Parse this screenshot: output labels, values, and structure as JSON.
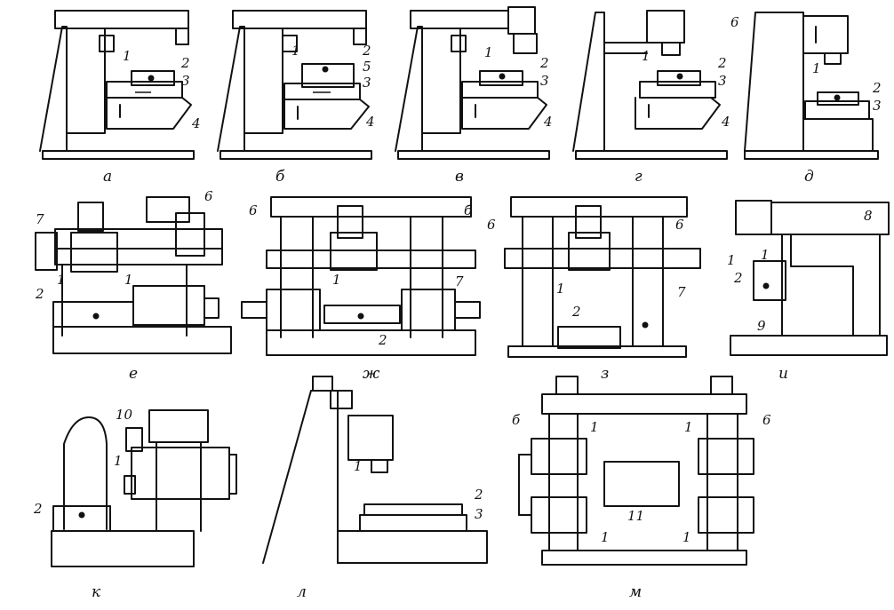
{
  "figure": {
    "captions": {
      "a": "а",
      "b": "б",
      "v": "в",
      "g": "г",
      "d": "д",
      "e": "е",
      "zh": "ж",
      "z": "з",
      "i": "и",
      "k": "к",
      "l": "л",
      "m": "м"
    },
    "labels": {
      "n1": "1",
      "n2": "2",
      "n3": "3",
      "n4": "4",
      "n5": "5",
      "n6": "6",
      "n7": "7",
      "n8": "8",
      "n9": "9",
      "n10": "10",
      "n11": "11",
      "n6alt": "б"
    }
  }
}
